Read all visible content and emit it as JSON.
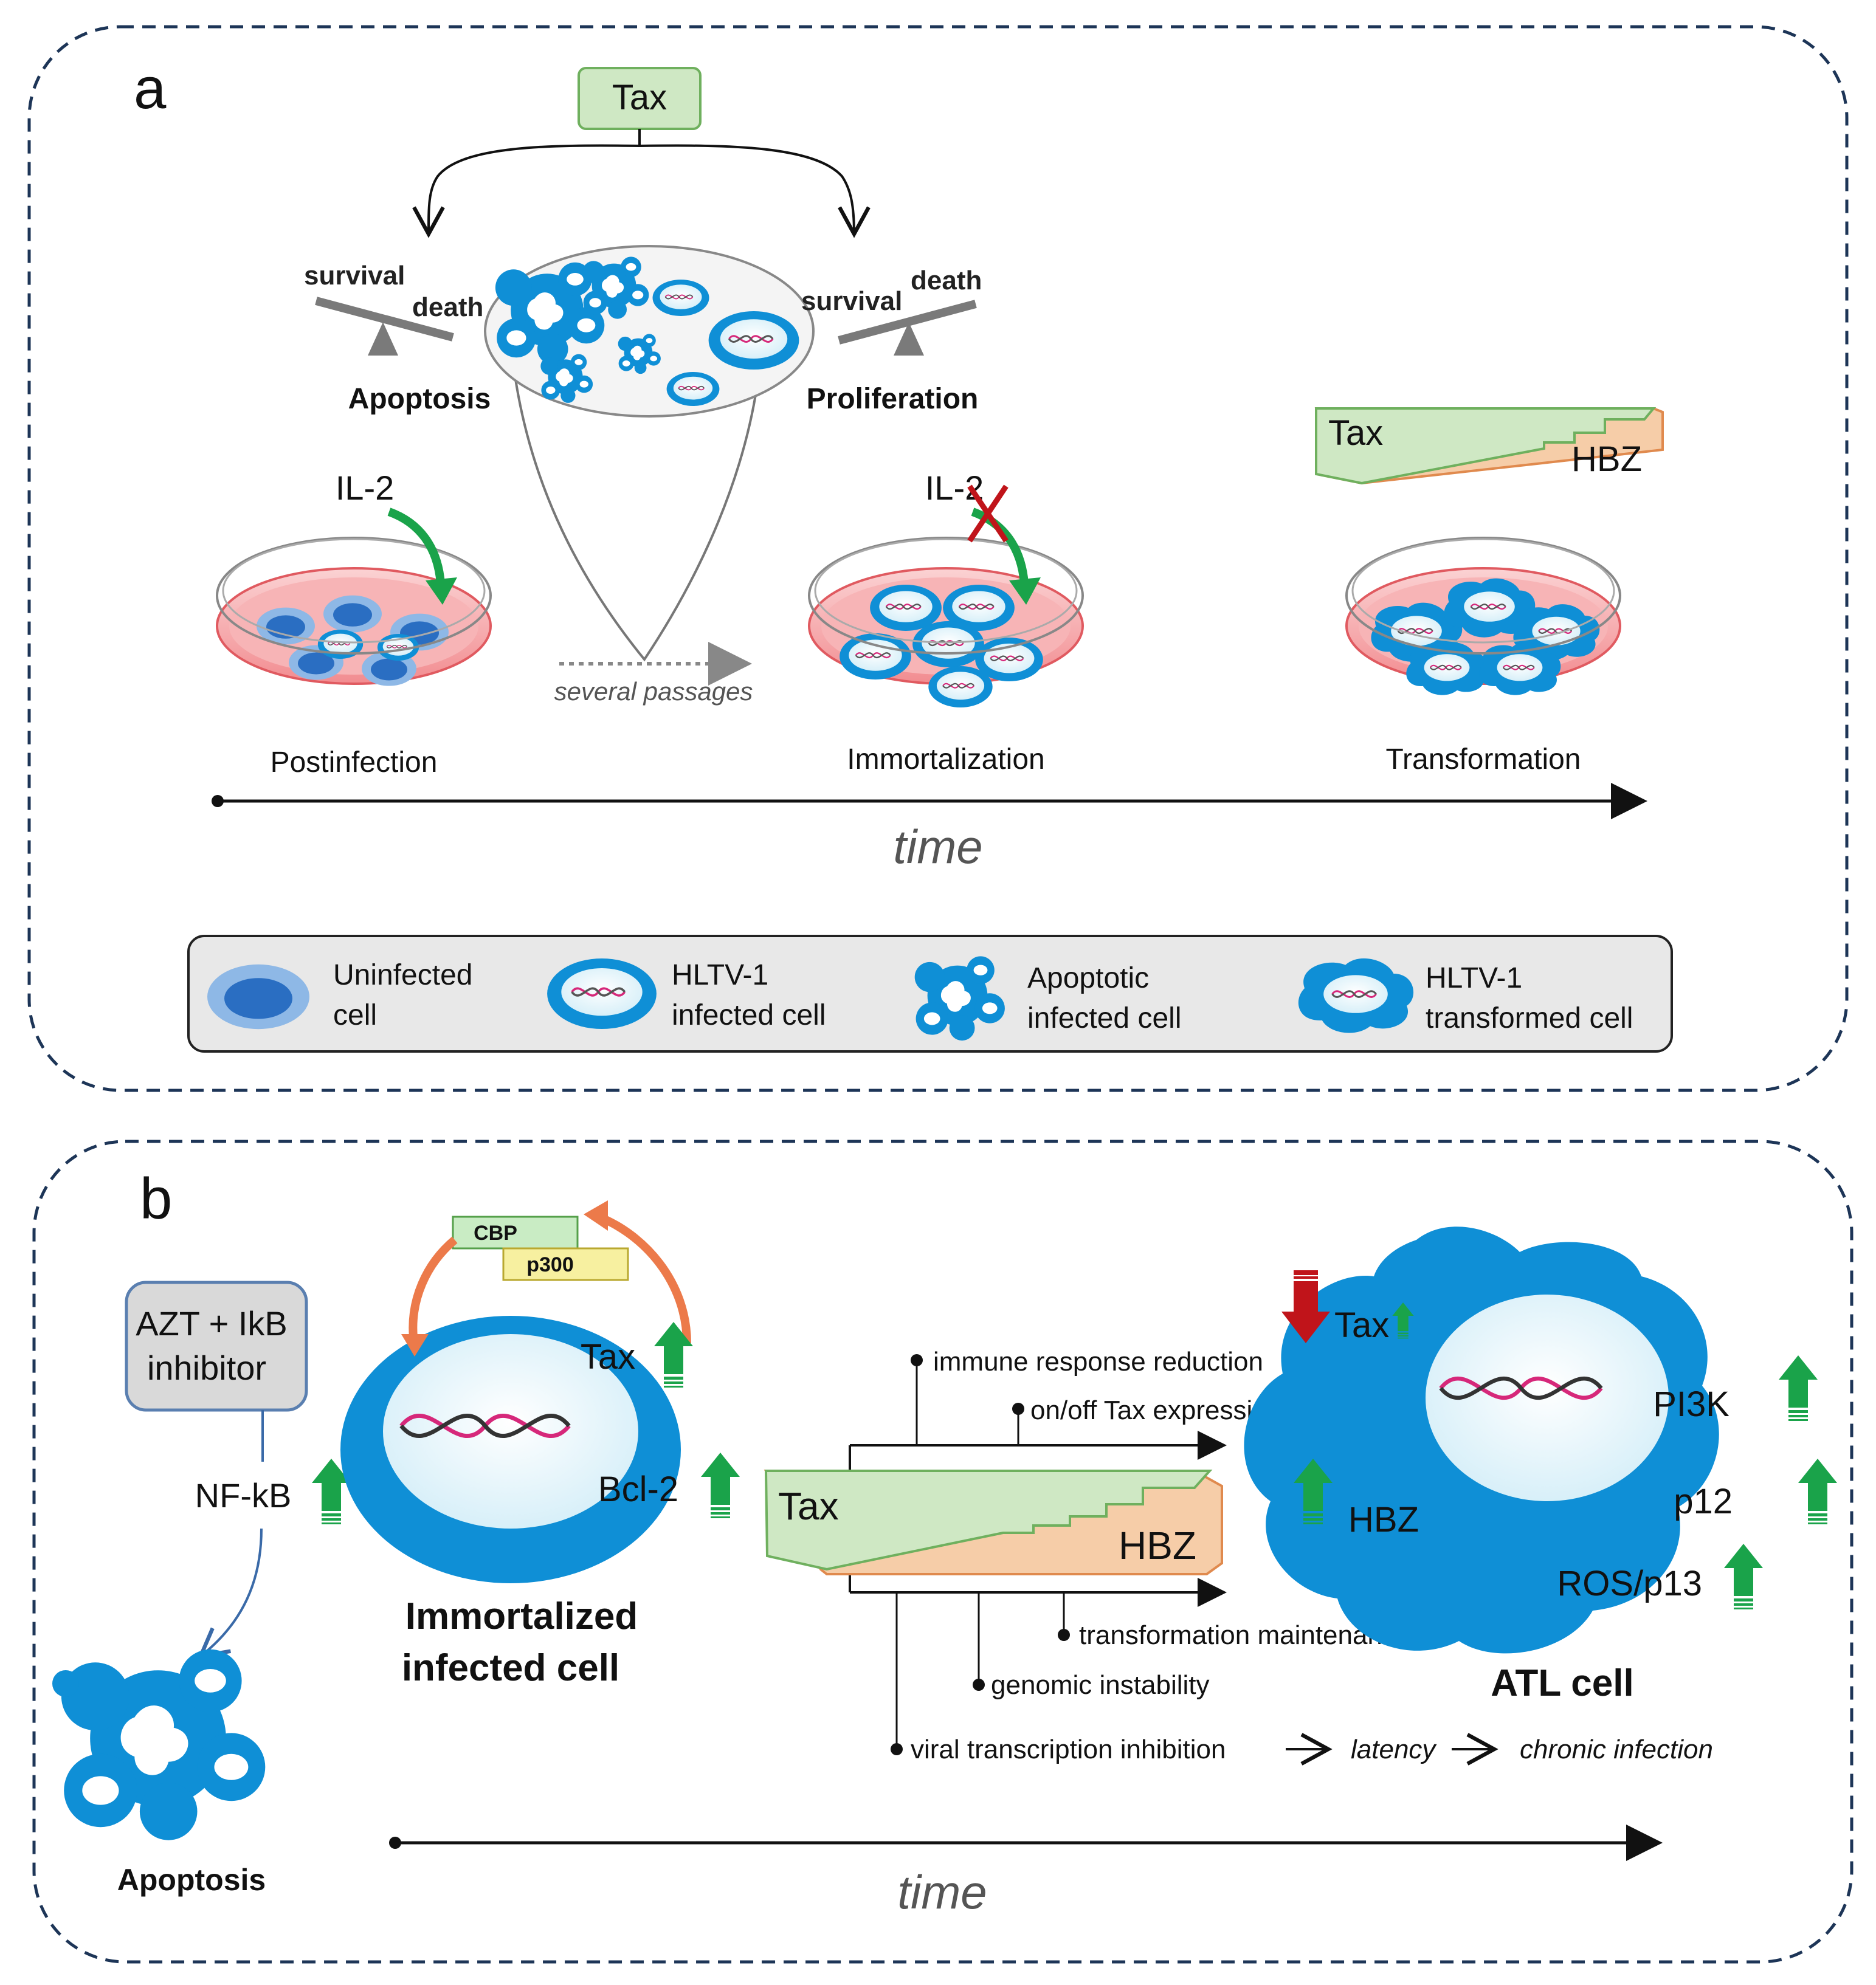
{
  "panel_a": {
    "label": "a",
    "tax_box": "Tax",
    "left_balance": {
      "survival": "survival",
      "death": "death",
      "caption": "Apoptosis"
    },
    "right_balance": {
      "survival": "survival",
      "death": "death",
      "caption": "Proliferation"
    },
    "il2_left": "IL-2",
    "il2_right": "IL-2",
    "passages": "several passages",
    "stages": [
      "Postinfection",
      "Immortalization",
      "Transformation"
    ],
    "tax_hbz": {
      "tax": "Tax",
      "hbz": "HBZ"
    },
    "time": "time",
    "legend": [
      {
        "line1": "Uninfected",
        "line2": "cell"
      },
      {
        "line1": "HLTV-1",
        "line2": "infected cell"
      },
      {
        "line1": "Apoptotic",
        "line2": "infected cell"
      },
      {
        "line1": "HLTV-1",
        "line2": "transformed  cell"
      }
    ]
  },
  "panel_b": {
    "label": "b",
    "azt_box": {
      "line1": "AZT + IkB",
      "line2": "inhibitor"
    },
    "nfkb": "NF-kB",
    "cbp": "CBP",
    "p300": "p300",
    "tax": "Tax",
    "bcl2": "Bcl-2",
    "immortalized": {
      "line1": "Immortalized",
      "line2": "infected cell"
    },
    "apoptosis": "Apoptosis",
    "tax_hbz": {
      "tax": "Tax",
      "hbz": "HBZ"
    },
    "effects_top": [
      "immune response reduction",
      "on/off Tax expression"
    ],
    "effects_bottom": [
      "transformation maintenance",
      "genomic instability",
      "viral transcription inhibition"
    ],
    "latency": "latency",
    "chronic": "chronic infection",
    "atl_tax": "Tax",
    "atl_hbz": "HBZ",
    "atl_markers": [
      "PI3K",
      "p12",
      "ROS/p13"
    ],
    "atl_cell": "ATL cell",
    "time": "time"
  },
  "colors": {
    "cell_blue": "#0f8fd6",
    "cell_light": "#e8f6fc",
    "green_arrow": "#1aa34a",
    "red_arrow": "#c0141a",
    "tax_green": "#cfe8c4",
    "hbz_orange": "#f6cda8",
    "dish_pink": "#f6a8ab",
    "dashed_border": "#1d3557"
  }
}
